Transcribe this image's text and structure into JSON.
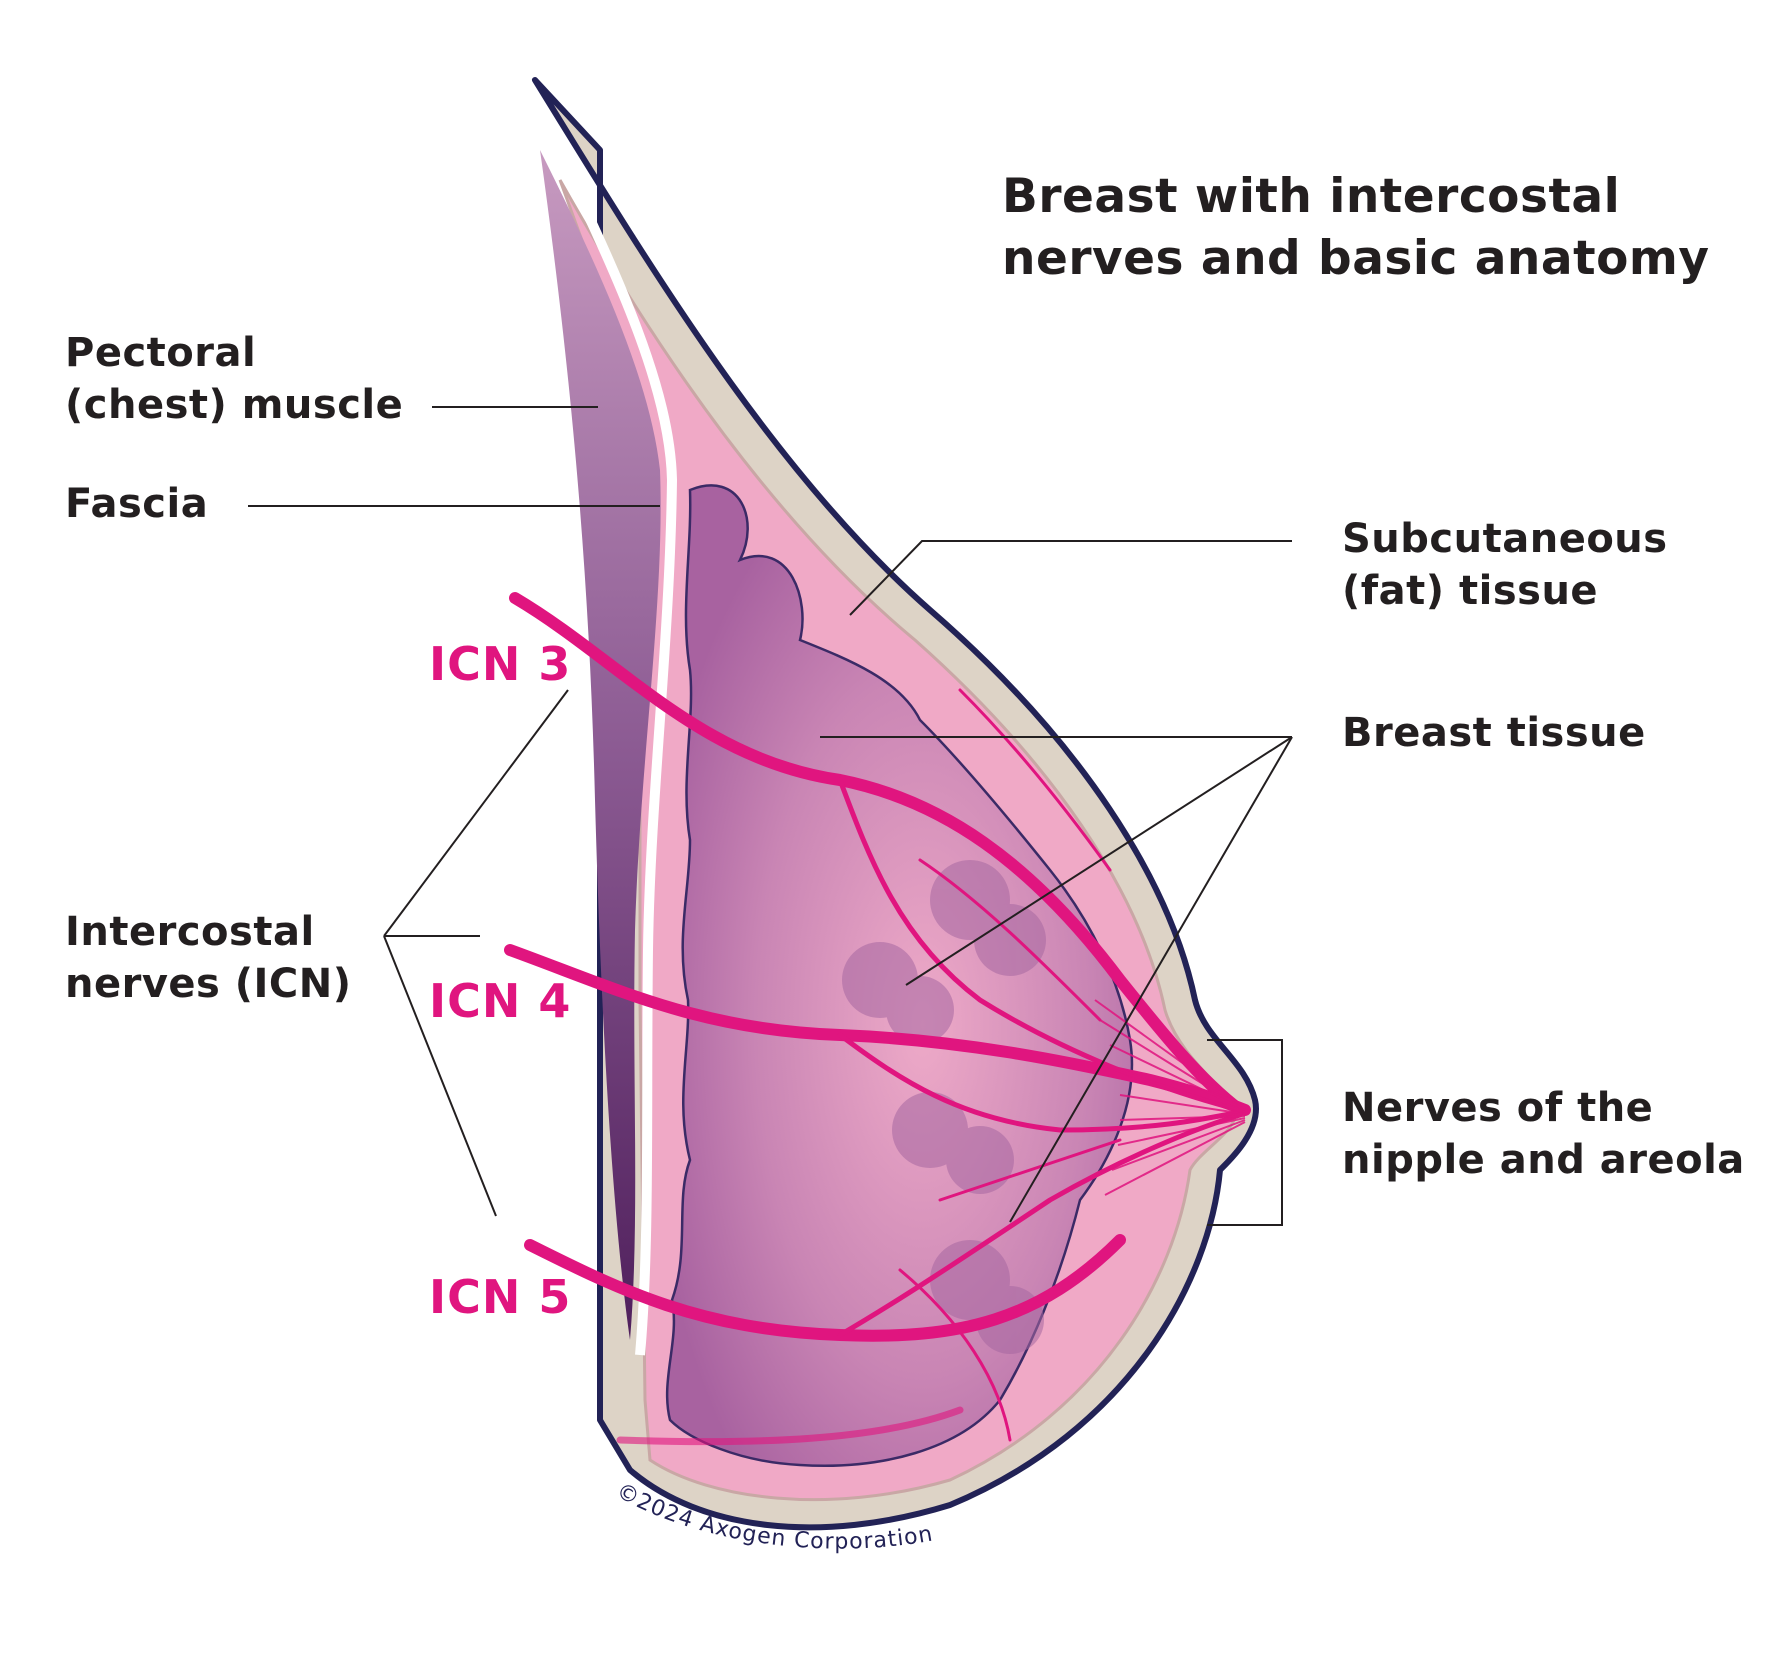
{
  "title": {
    "line1": "Breast with intercostal",
    "line2": "nerves and basic anatomy"
  },
  "labels": {
    "pectoral_line1": "Pectoral",
    "pectoral_line2": "(chest) muscle",
    "fascia": "Fascia",
    "subcutaneous_line1": "Subcutaneous",
    "subcutaneous_line2": "(fat) tissue",
    "breast_tissue": "Breast tissue",
    "intercostal_line1": "Intercostal",
    "intercostal_line2": "nerves (ICN)",
    "nipple_line1": "Nerves of the",
    "nipple_line2": "nipple and areola"
  },
  "nerves": {
    "icn3": "ICN 3",
    "icn4": "ICN 4",
    "icn5": "ICN 5"
  },
  "copyright": "©2024 Axogen Corporation",
  "colors": {
    "outline": "#222256",
    "skin_fill": "#ddd3c6",
    "fat_fill": "#f0a9c6",
    "gland_fill": "#b879a8",
    "muscle_fill": "#7a4482",
    "nerve": "#e0157f",
    "text": "#231f20"
  }
}
